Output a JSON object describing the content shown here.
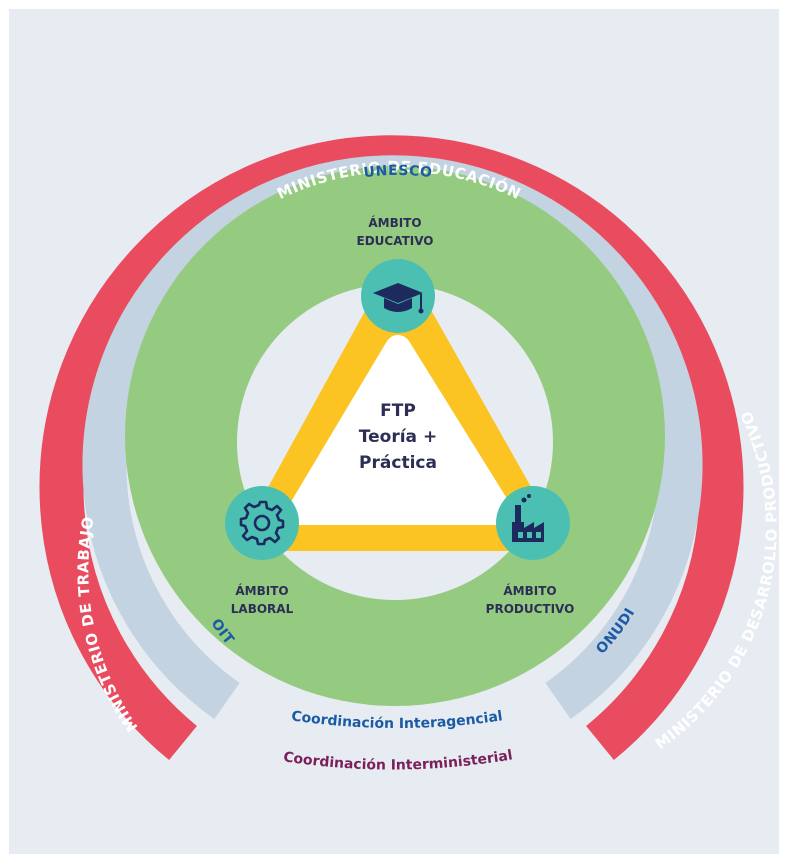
{
  "outer_ring": {
    "top": "MINISTERIO DE EDUCACIÓN",
    "left": "MINISTERIO DE TRABAJO",
    "right": "MINISTERIO DE DESARROLLO PRODUCTIVO",
    "color": "#ea4c5f"
  },
  "middle_ring": {
    "top": "UNESCO",
    "left": "OIT",
    "right": "ONUDI",
    "color": "#c3d3e1"
  },
  "inner_ring": {
    "color": "#95cb80"
  },
  "triangle": {
    "color": "#fbc423"
  },
  "nodes": {
    "educativo": {
      "line1": "ÁMBITO",
      "line2": "EDUCATIVO",
      "icon": "graduation-cap-icon"
    },
    "laboral": {
      "line1": "ÁMBITO",
      "line2": "LABORAL",
      "icon": "gear-icon"
    },
    "productivo": {
      "line1": "ÁMBITO",
      "line2": "PRODUCTIVO",
      "icon": "factory-icon"
    },
    "color": "#4bbfb2"
  },
  "center": {
    "line1": "FTP",
    "line2": "Teoría +",
    "line3": "Práctica"
  },
  "footer": {
    "interagencial": "Coordinación Interagencial",
    "interministerial": "Coordinación Interministerial"
  }
}
